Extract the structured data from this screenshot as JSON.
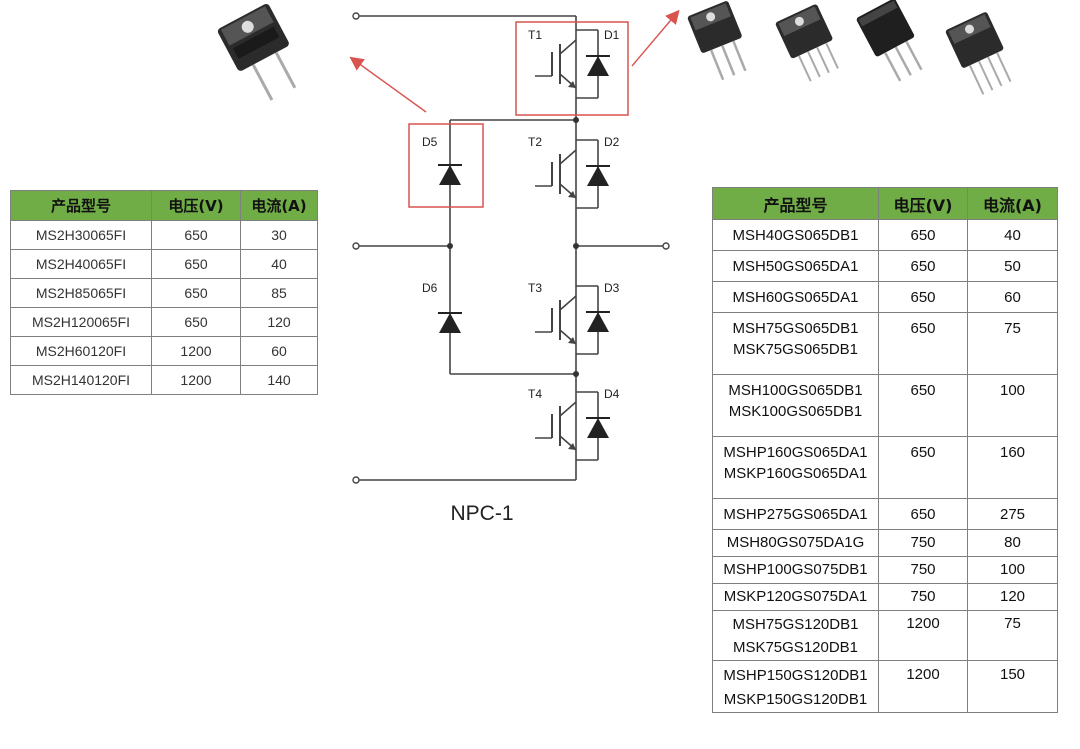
{
  "left_table": {
    "headers": [
      "产品型号",
      "电压(V)",
      "电流(A)"
    ],
    "rows": [
      [
        "MS2H30065FI",
        "650",
        "30"
      ],
      [
        "MS2H40065FI",
        "650",
        "40"
      ],
      [
        "MS2H85065FI",
        "650",
        "85"
      ],
      [
        "MS2H120065FI",
        "650",
        "120"
      ],
      [
        "MS2H60120FI",
        "1200",
        "60"
      ],
      [
        "MS2H140120FI",
        "1200",
        "140"
      ]
    ]
  },
  "right_table": {
    "headers": [
      "产品型号",
      "电压(V)",
      "电流(A)"
    ],
    "rows": [
      [
        "MSH40GS065DB1",
        "650",
        "40"
      ],
      [
        "MSH50GS065DA1",
        "650",
        "50"
      ],
      [
        "MSH60GS065DA1",
        "650",
        "60"
      ],
      [
        "MSH75GS065DB1\nMSK75GS065DB1",
        "650",
        "75"
      ],
      [
        "MSH100GS065DB1\nMSK100GS065DB1",
        "650",
        "100"
      ],
      [
        "MSHP160GS065DA1\nMSKP160GS065DA1",
        "650",
        "160"
      ],
      [
        "MSHP275GS065DA1",
        "650",
        "275"
      ],
      [
        "MSH80GS075DA1G",
        "750",
        "80"
      ],
      [
        "MSHP100GS075DB1",
        "750",
        "100"
      ],
      [
        "MSKP120GS075DA1",
        "750",
        "120"
      ],
      [
        "MSH75GS120DB1\nMSK75GS120DB1",
        "1200",
        "75"
      ],
      [
        "MSHP150GS120DB1\nMSKP150GS120DB1",
        "1200",
        "150"
      ]
    ]
  },
  "diagram": {
    "title": "NPC-1",
    "transistor_labels": [
      "T1",
      "T2",
      "T3",
      "T4"
    ],
    "diode_labels": [
      "D1",
      "D2",
      "D3",
      "D4"
    ],
    "clamp_diode_labels": [
      "D5",
      "D6"
    ],
    "highlight_color": "#d9534f",
    "wire_color": "#444444"
  },
  "colors": {
    "table_header": "#70ad47",
    "table_border": "#7f7f7f"
  }
}
